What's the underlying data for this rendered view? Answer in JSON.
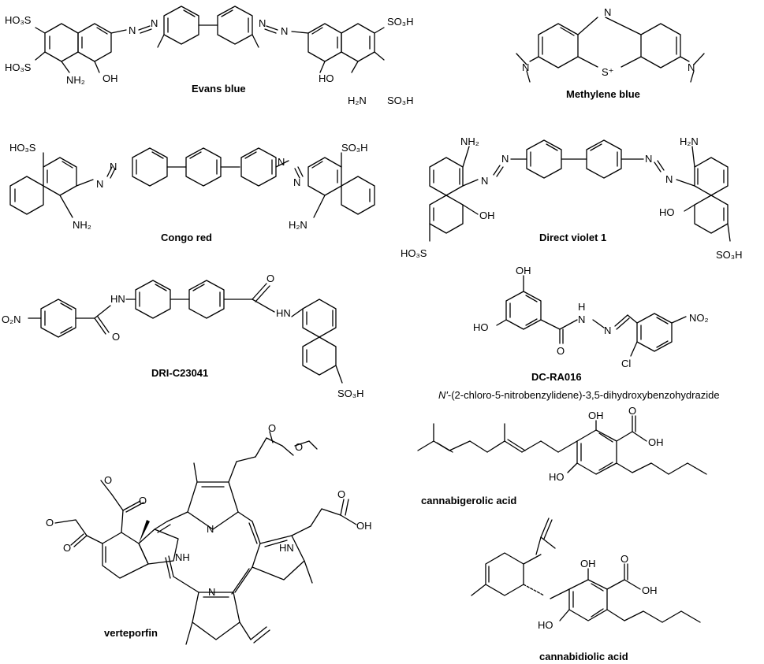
{
  "compounds": {
    "evans_blue": "Evans blue",
    "methylene_blue": "Methylene blue",
    "congo_red": "Congo red",
    "direct_violet_1": "Direct violet 1",
    "dri_c23041": "DRI-C23041",
    "dc_ra016": "DC-RA016",
    "dc_ra016_iupac_prefix": "N'",
    "dc_ra016_iupac_rest": "-(2-chloro-5-nitrobenzylidene)-3,5-dihydroxybenzohydrazide",
    "verteporfin": "verteporfin",
    "cannabigerolic_acid": "cannabigerolic acid",
    "cannabidiolic_acid": "cannabidiolic acid"
  },
  "atoms": {
    "so3h": "SO₃H",
    "ho3s": "HO₃S",
    "nh2": "NH₂",
    "h2n": "H₂N",
    "oh": "OH",
    "ho": "HO",
    "n": "N",
    "s_plus": "S⁺",
    "hn": "HN",
    "nh": "NH",
    "o": "O",
    "o2n": "O₂N",
    "no2": "NO₂",
    "cl": "Cl",
    "h": "H"
  }
}
